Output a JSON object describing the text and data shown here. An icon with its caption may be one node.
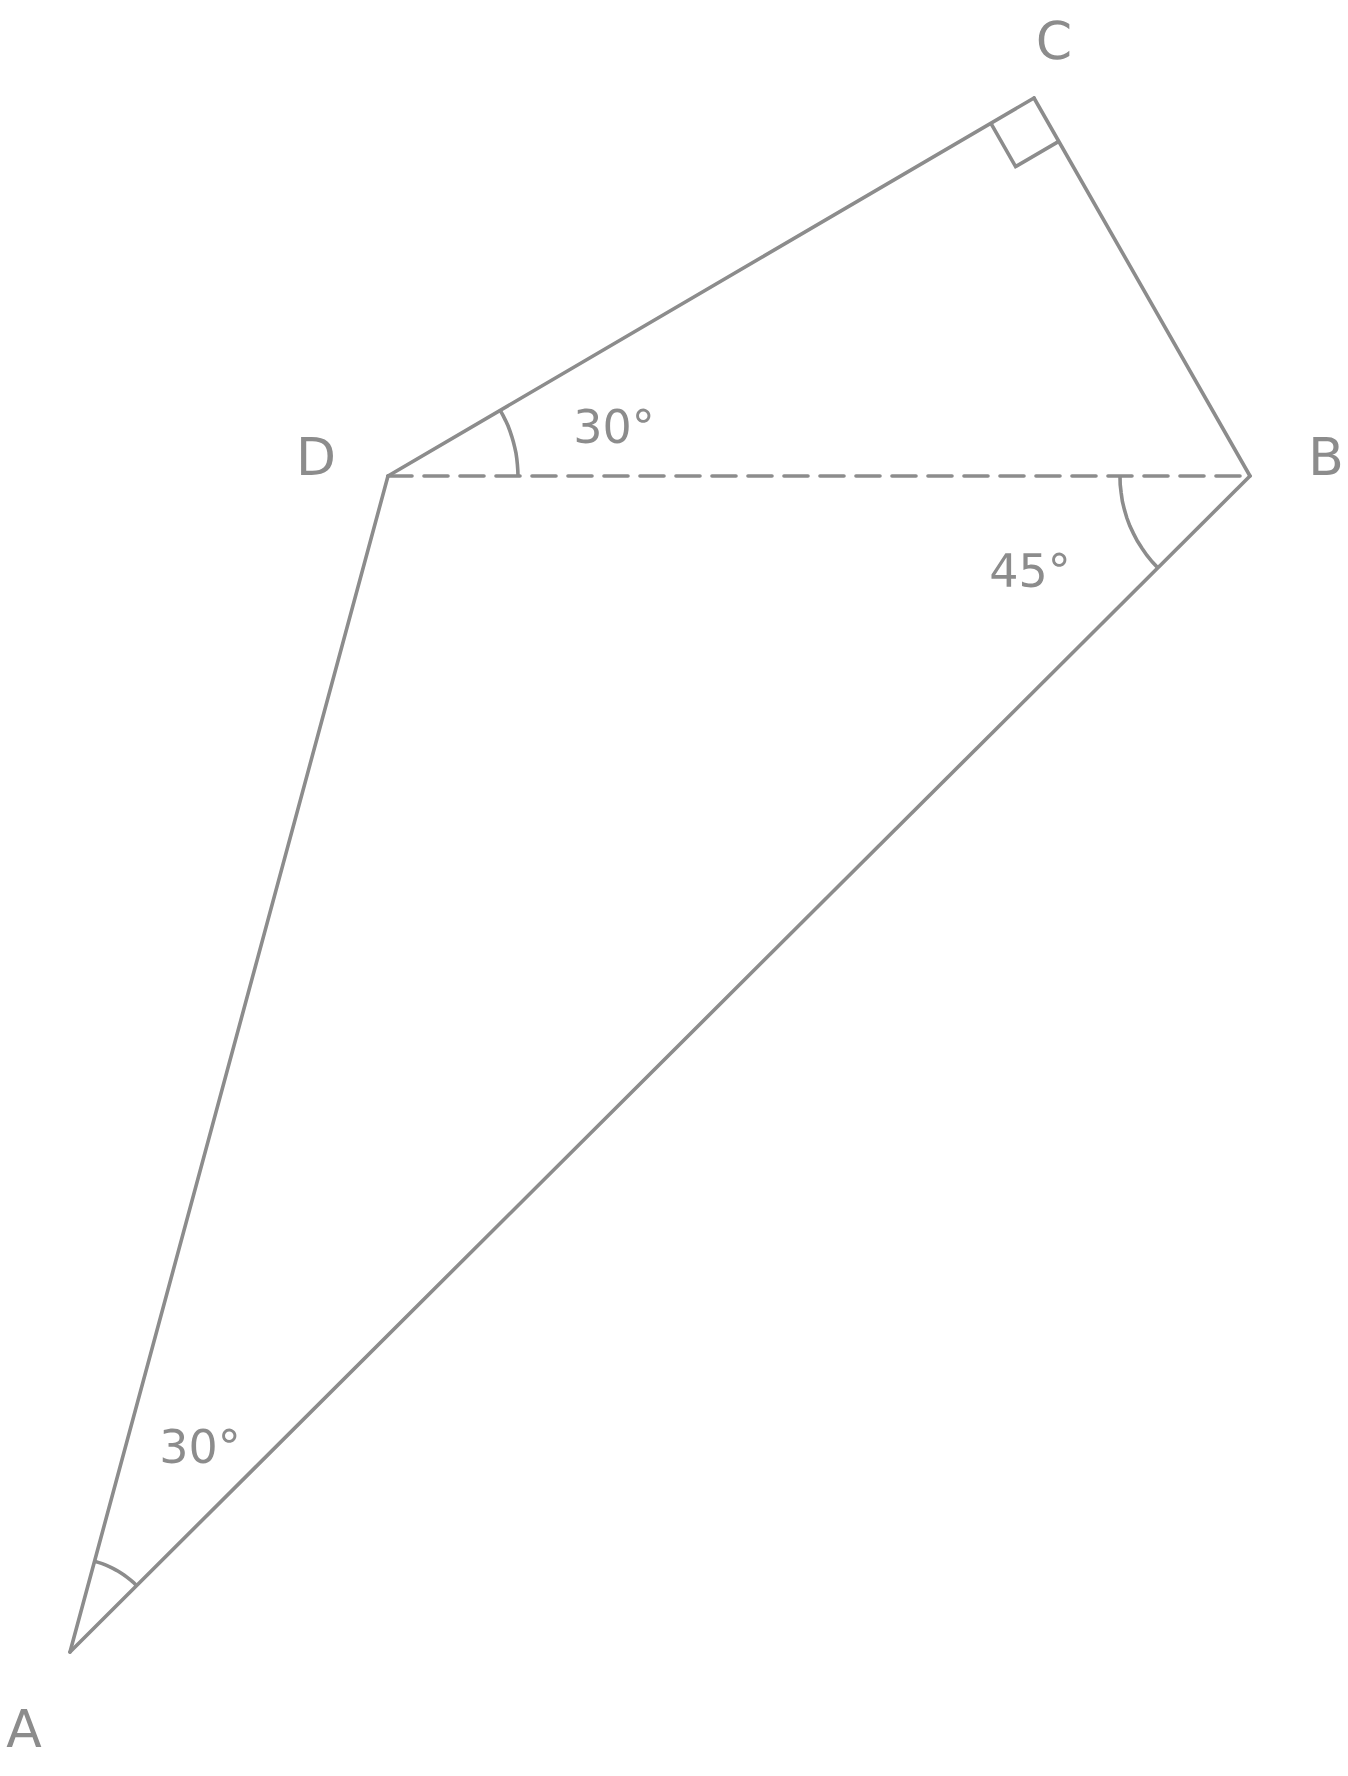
{
  "diagram": {
    "nodes": [
      {
        "text": [
          "C"
        ]
      },
      {
        "text": [
          "D"
        ]
      },
      {
        "text": [
          "B"
        ]
      },
      {
        "text": [
          "A"
        ]
      }
    ],
    "edges": [
      {
        "from": 1,
        "to": 0,
        "arrow": "none"
      },
      {
        "from": 0,
        "to": 2,
        "arrow": "none"
      },
      {
        "from": 1,
        "to": 2,
        "arrow": "none",
        "style": "dashed"
      },
      {
        "from": 1,
        "to": 3,
        "arrow": "none"
      },
      {
        "from": 3,
        "to": 2,
        "arrow": "none"
      }
    ],
    "labels": [
      "30°",
      "45°",
      "30°"
    ]
  }
}
